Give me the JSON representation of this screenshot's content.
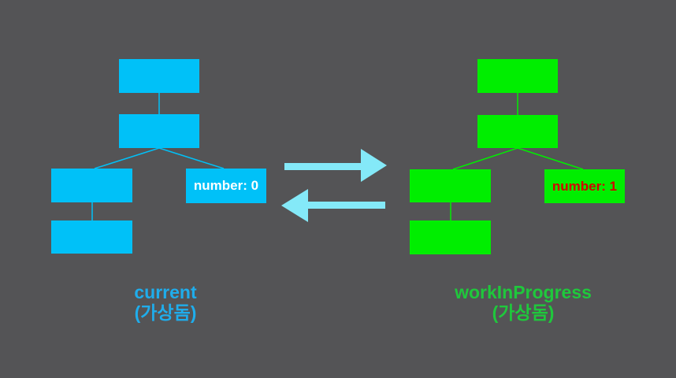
{
  "colors": {
    "background": "#545456",
    "current_fill": "#00c1f8",
    "current_label": "#1fadec",
    "current_value_text": "#ffffff",
    "wip_fill": "#00ee00",
    "wip_label": "#1fc83c",
    "wip_value_text": "#d40000",
    "arrow": "#84e9f8"
  },
  "current_tree": {
    "label_line1": "current",
    "label_line2": "(가상돔)",
    "value_node": "number: 0"
  },
  "wip_tree": {
    "label_line1": "workInProgress",
    "label_line2": "(가상돔)",
    "value_node": "number: 1"
  }
}
